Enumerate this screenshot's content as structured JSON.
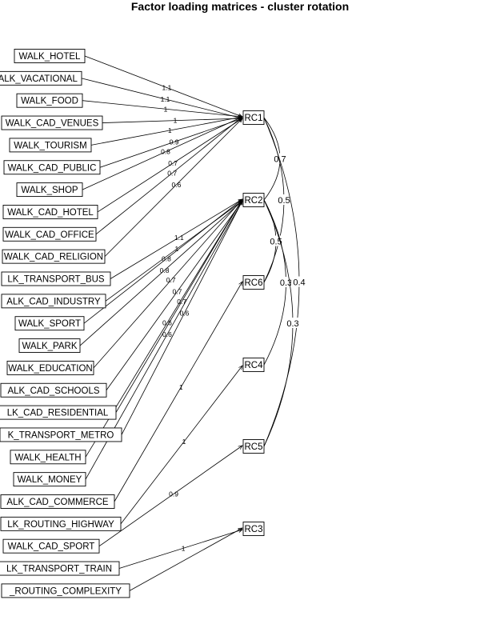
{
  "title": "Factor loading matrices - cluster rotation",
  "factors": [
    "RC1",
    "RC2",
    "RC6",
    "RC4",
    "RC5",
    "RC3"
  ],
  "variables": [
    {
      "label": "WALK_HOTEL",
      "factor": "RC1",
      "loading": "1.1"
    },
    {
      "label": "WALK_VACATIONAL",
      "factor": "RC1",
      "loading": "1.1"
    },
    {
      "label": "WALK_FOOD",
      "factor": "RC1",
      "loading": "1"
    },
    {
      "label": "WALK_CAD_VENUES",
      "factor": "RC1",
      "loading": "1"
    },
    {
      "label": "WALK_TOURISM",
      "factor": "RC1",
      "loading": "1"
    },
    {
      "label": "WALK_CAD_PUBLIC",
      "factor": "RC1",
      "loading": "0.9"
    },
    {
      "label": "WALK_SHOP",
      "factor": "RC1",
      "loading": "0.8"
    },
    {
      "label": "WALK_CAD_HOTEL",
      "factor": "RC1",
      "loading": "0.7"
    },
    {
      "label": "WALK_CAD_OFFICE",
      "factor": "RC1",
      "loading": "0.7"
    },
    {
      "label": "WALK_CAD_RELIGION",
      "factor": "RC1",
      "loading": "0.6"
    },
    {
      "label": "LK_TRANSPORT_BUS",
      "factor": "RC2",
      "loading": "1.1"
    },
    {
      "label": "ALK_CAD_INDUSTRY",
      "factor": "RC2",
      "loading": "1"
    },
    {
      "label": "WALK_SPORT",
      "factor": "RC2",
      "loading": "0.8"
    },
    {
      "label": "WALK_PARK",
      "factor": "RC2",
      "loading": "0.8"
    },
    {
      "label": "WALK_EDUCATION",
      "factor": "RC2",
      "loading": "0.7"
    },
    {
      "label": "ALK_CAD_SCHOOLS",
      "factor": "RC2",
      "loading": "0.7"
    },
    {
      "label": "LK_CAD_RESIDENTIAL",
      "factor": "RC2",
      "loading": "0.7"
    },
    {
      "label": "K_TRANSPORT_METRO",
      "factor": "RC2",
      "loading": "0.6"
    },
    {
      "label": "WALK_HEALTH",
      "factor": "RC2",
      "loading": "0.6"
    },
    {
      "label": "WALK_MONEY",
      "factor": "RC2",
      "loading": "0.6"
    },
    {
      "label": "ALK_CAD_COMMERCE",
      "factor": "RC6",
      "loading": "1"
    },
    {
      "label": "LK_ROUTING_HIGHWAY",
      "factor": "RC4",
      "loading": "1"
    },
    {
      "label": "WALK_CAD_SPORT",
      "factor": "RC5",
      "loading": "0.9"
    },
    {
      "label": "LK_TRANSPORT_TRAIN",
      "factor": "RC3",
      "loading": "1"
    },
    {
      "label": "_ROUTING_COMPLEXITY",
      "factor": "RC3",
      "loading": ""
    }
  ],
  "correlations": [
    {
      "from": "RC1",
      "to": "RC2",
      "value": "0.7"
    },
    {
      "from": "RC1",
      "to": "RC6",
      "value": "0.5"
    },
    {
      "from": "RC2",
      "to": "RC6",
      "value": "0.5"
    },
    {
      "from": "RC2",
      "to": "RC4",
      "value": "0.3"
    },
    {
      "from": "RC1",
      "to": "RC5",
      "value": "0.4"
    },
    {
      "from": "RC2",
      "to": "RC5",
      "value": "0.3"
    }
  ]
}
